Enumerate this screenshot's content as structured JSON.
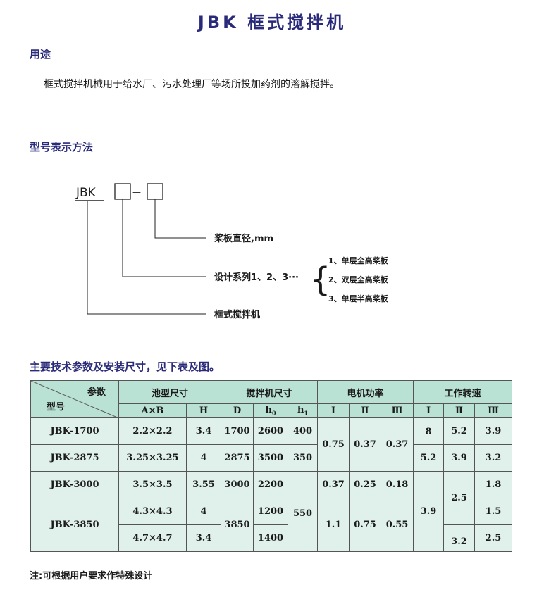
{
  "title": "JBK 框式搅拌机",
  "usage": {
    "heading": "用途",
    "text": "框式搅拌机械用于给水厂、污水处理厂等场所投加药剂的溶解搅拌。"
  },
  "model_notation": {
    "heading": "型号表示方法",
    "prefix": "JBK",
    "dash": "—",
    "label_paddle": "桨板直径,mm",
    "label_series": "设计系列1、2、3···",
    "label_name": "框式搅拌机",
    "brace": "{",
    "series_options": [
      "1、单层全高桨板",
      "2、双层全高桨板",
      "3、单层半高桨板"
    ]
  },
  "params": {
    "heading": "主要技术参数及安装尺寸，见下表及图。",
    "header": {
      "corner_top": "参数",
      "corner_bottom": "型号",
      "pool": "池型尺寸",
      "mixer": "搅拌机尺寸",
      "motor": "电机功率",
      "speed": "工作转速",
      "sub": [
        "A×B",
        "H",
        "D",
        "h",
        "h",
        "Ⅰ",
        "Ⅱ",
        "Ⅲ",
        "Ⅰ",
        "Ⅱ",
        "Ⅲ"
      ],
      "sub_subscripts": [
        "0",
        "1"
      ]
    },
    "rows": {
      "jbk1700": {
        "model": "JBK-1700",
        "ab": "2.2×2.2",
        "h": "3.4",
        "d": "1700",
        "h0": "2600",
        "h1": "400",
        "p1": "0.75",
        "p2": "0.37",
        "p3": "0.37",
        "s1": "8",
        "s2": "5.2",
        "s3": "3.9"
      },
      "jbk2875": {
        "model": "JBK-2875",
        "ab": "3.25×3.25",
        "h": "4",
        "d": "2875",
        "h0": "3500",
        "h1": "350",
        "s1": "5.2",
        "s2": "3.9",
        "s3": "3.2"
      },
      "jbk3000": {
        "model": "JBK-3000",
        "ab": "3.5×3.5",
        "h": "3.55",
        "d": "3000",
        "h0": "2200",
        "p1": "0.37",
        "p2": "0.25",
        "p3": "0.18",
        "s1": "3.9",
        "s2": "2.5",
        "s3": "1.8"
      },
      "jbk3850": {
        "model": "JBK-3850",
        "ab_a": "4.3×4.3",
        "h_a": "4",
        "ab_b": "4.7×4.7",
        "h_b": "3.4",
        "d": "3850",
        "h0_a": "1200",
        "h0_b": "1400",
        "h1": "550",
        "p1": "1.1",
        "p2": "0.75",
        "p3": "0.55",
        "s3_a": "1.5",
        "s2_b": "3.2",
        "s3_b": "2.5"
      }
    }
  },
  "note": "注:可根据用户要求作特殊设计"
}
